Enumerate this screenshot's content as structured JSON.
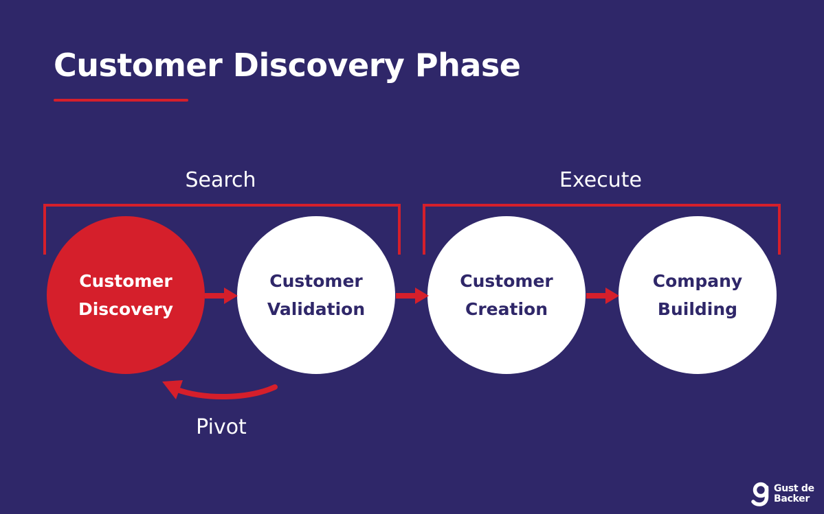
{
  "title": "Customer Discovery Phase",
  "phases": {
    "search": "Search",
    "execute": "Execute"
  },
  "stages": [
    {
      "label": "Customer\nDiscovery",
      "highlighted": true
    },
    {
      "label": "Customer\nValidation",
      "highlighted": false
    },
    {
      "label": "Customer\nCreation",
      "highlighted": false
    },
    {
      "label": "Company\nBuilding",
      "highlighted": false
    }
  ],
  "pivot_label": "Pivot",
  "brand": {
    "text": "Gust de\nBacker",
    "logo_icon": "g-letter-logo-icon"
  },
  "colors": {
    "background": "#2f2769",
    "accent": "#d51f2b",
    "circle": "#ffffff",
    "circle_text": "#2f2769"
  }
}
